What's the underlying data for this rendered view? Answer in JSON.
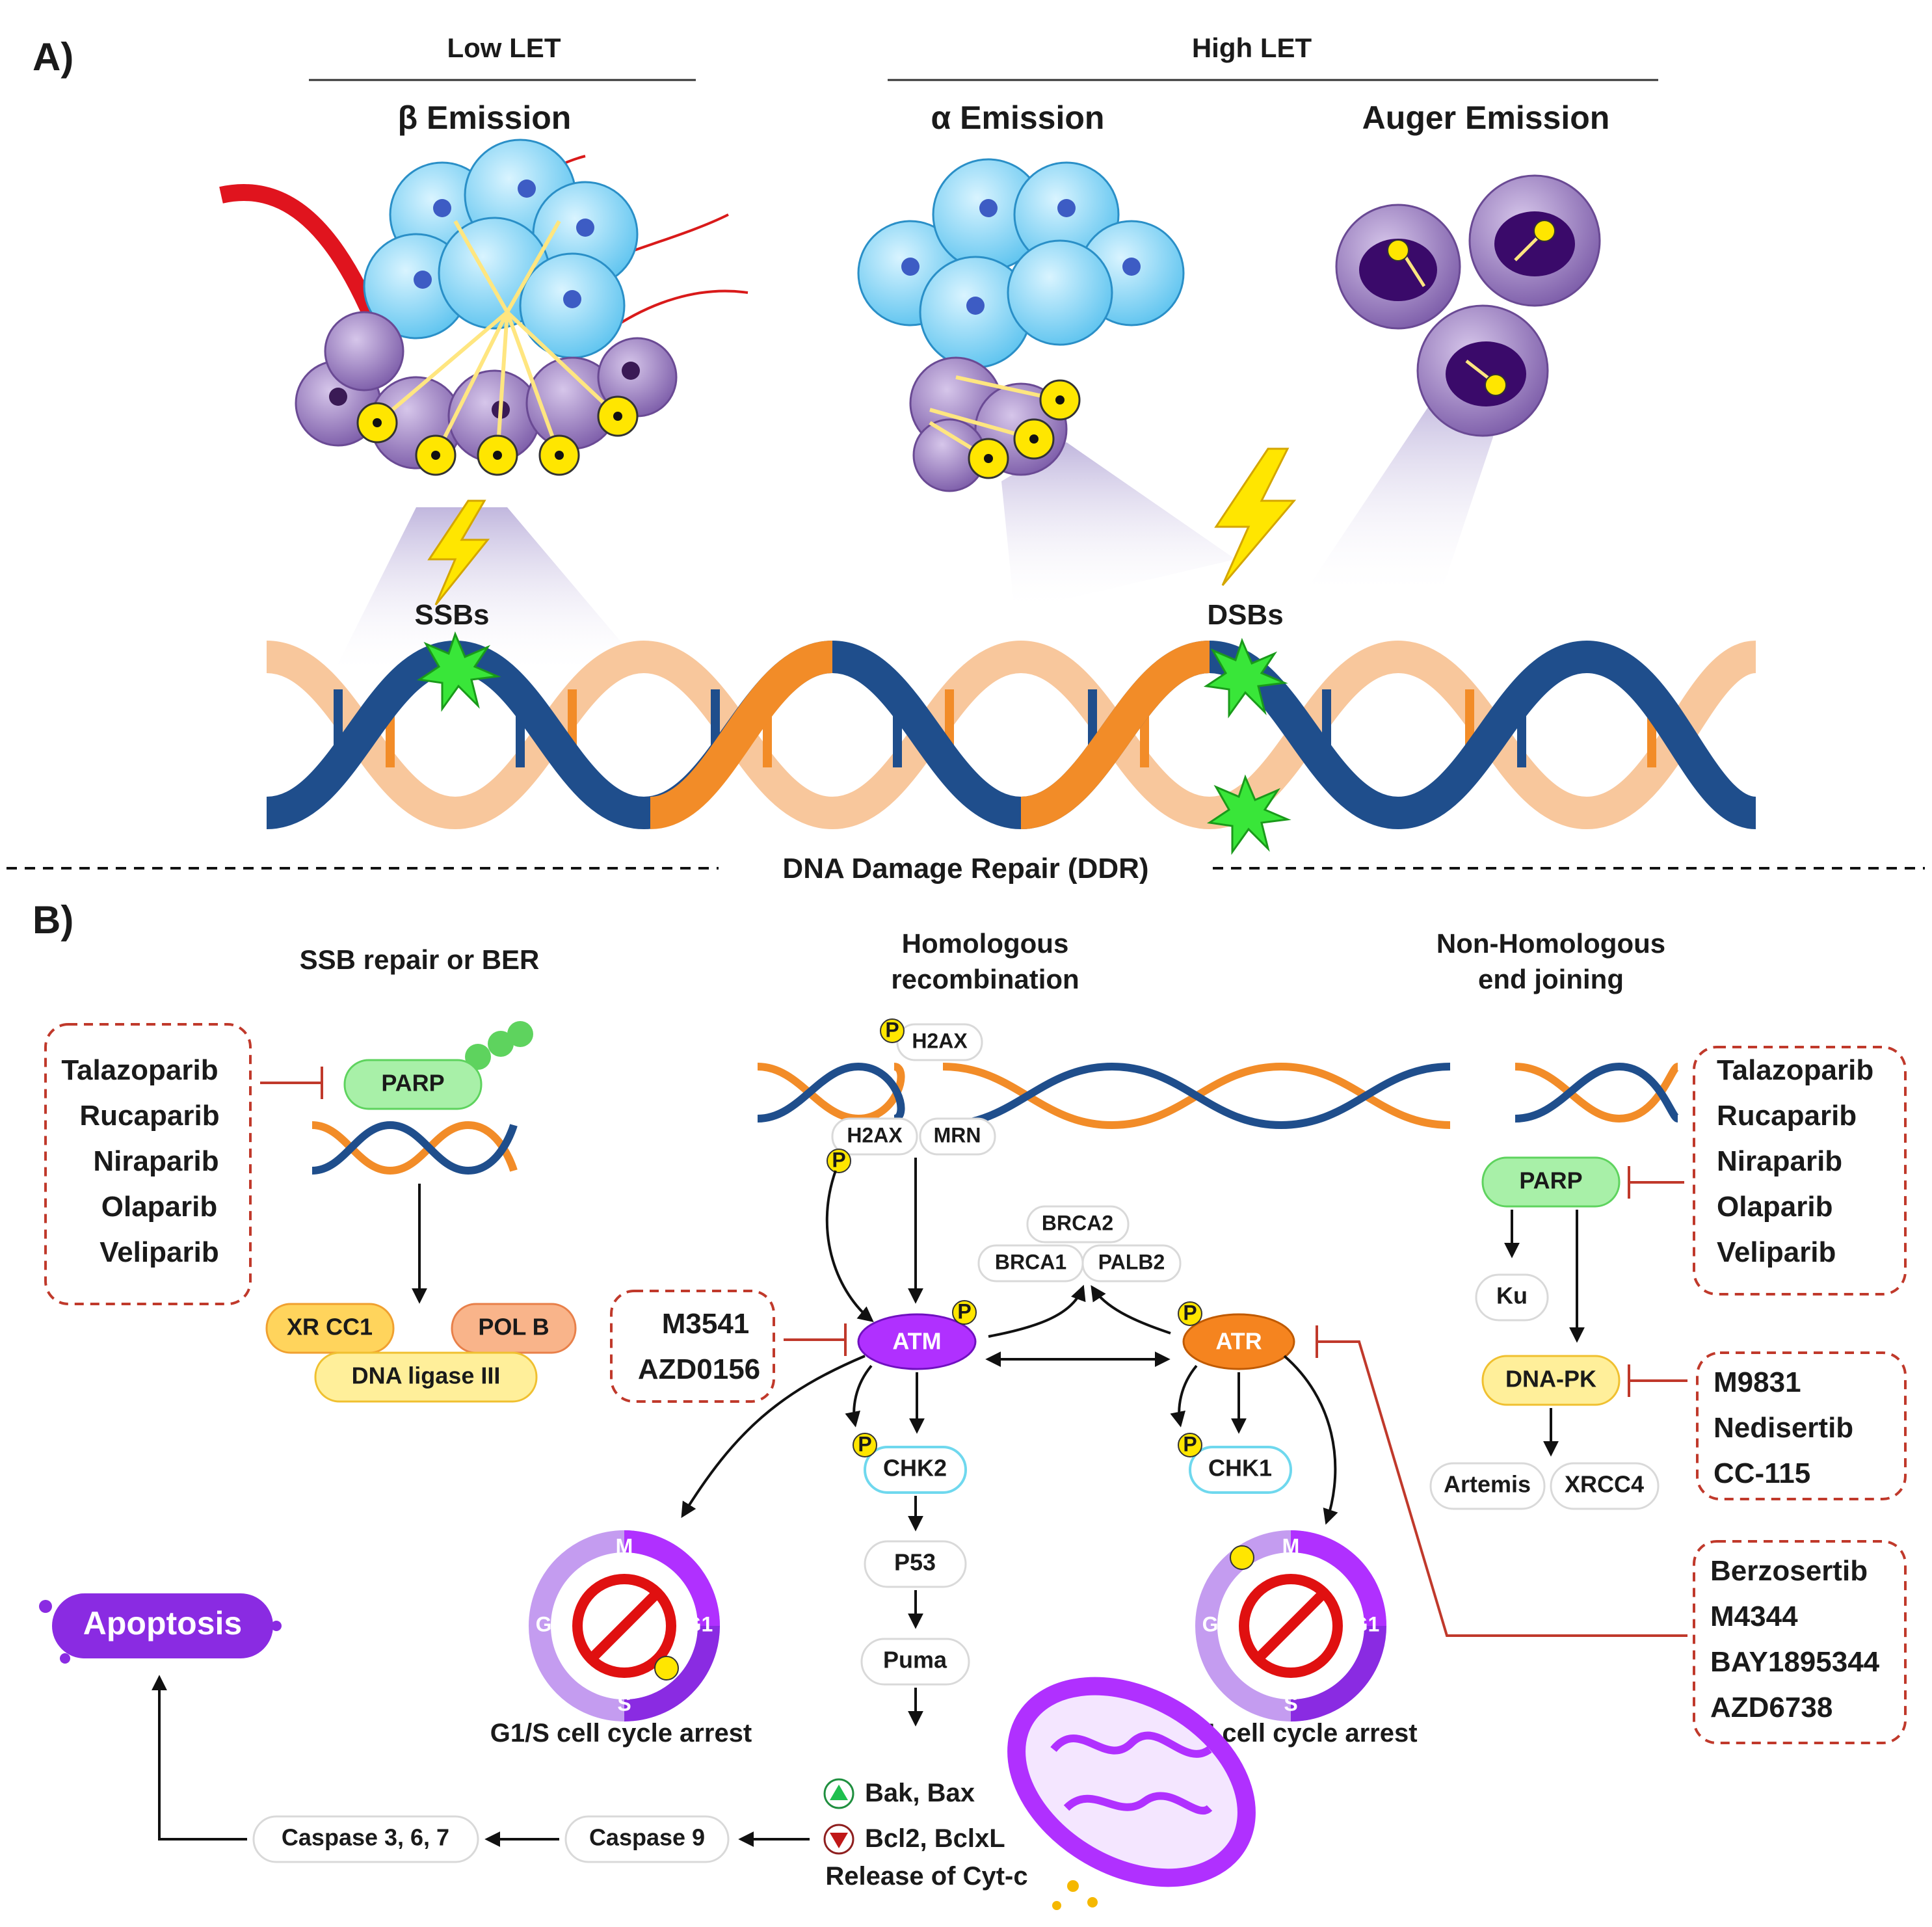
{
  "panel_a": {
    "label": "A)",
    "low_let": "Low LET",
    "high_let": "High LET",
    "beta": "β Emission",
    "alpha": "α Emission",
    "auger": "Auger Emission",
    "ssbs": "SSBs",
    "dsbs": "DSBs"
  },
  "divider": {
    "title": "DNA Damage Repair (DDR)"
  },
  "panel_b": {
    "label": "B)",
    "ssb": {
      "title": "SSB repair or BER",
      "drugs": [
        "Talazoparib",
        "Rucaparib",
        "Niraparib",
        "Olaparib",
        "Veliparib"
      ],
      "parp": "PARP",
      "xrcc1": "XR CC1",
      "polb": "POL B",
      "ligase": "DNA ligase III"
    },
    "hr": {
      "title_line1": "Homologous",
      "title_line2": "recombination",
      "h2ax_top": "H2AX",
      "h2ax_bottom": "H2AX",
      "mrn": "MRN",
      "phos": "P",
      "brca2": "BRCA2",
      "brca1": "BRCA1",
      "palb2": "PALB2",
      "atm": "ATM",
      "atr": "ATR",
      "chk2": "CHK2",
      "chk1": "CHK1",
      "p53": "P53",
      "puma": "Puma",
      "atm_drugs": [
        "M3541",
        "AZD0156"
      ],
      "atr_drugs": [
        "Berzosertib",
        "M4344",
        "BAY1895344",
        "AZD6738"
      ],
      "g1s": "G1/S cell cycle arrest",
      "g2m": "G2/M cell cycle arrest",
      "phase_m": "M",
      "phase_g1": "G1",
      "phase_s": "S",
      "phase_g2": "G2",
      "bak_bax": "Bak, Bax",
      "bcl2": "Bcl2, BclxL",
      "cytc": "Release of Cyt-c",
      "casp9": "Caspase 9",
      "casp367": "Caspase 3, 6, 7",
      "apoptosis": "Apoptosis"
    },
    "nhej": {
      "title_line1": "Non-Homologous",
      "title_line2": "end joining",
      "drugs": [
        "Talazoparib",
        "Rucaparib",
        "Niraparib",
        "Olaparib",
        "Veliparib"
      ],
      "parp": "PARP",
      "ku": "Ku",
      "dnapk": "DNA-PK",
      "dnapk_drugs": [
        "M9831",
        "Nedisertib",
        "CC-115"
      ],
      "artemis": "Artemis",
      "xrcc4": "XRCC4"
    }
  },
  "icons": [
    "radiation-icon",
    "lightning-icon",
    "break-burst-icon",
    "blood-vessel-icon",
    "tumor-cell-icon",
    "mitochondria-icon",
    "cell-cycle-stop-icon",
    "dna-helix-icon"
  ],
  "colors": {
    "dna_orange": "#f28c28",
    "dna_blue": "#1f4e8c",
    "inhibitor_red": "#c0392b",
    "parp_green": "#a8f0a8",
    "atm_purple": "#a020f0",
    "atr_orange": "#f5841f",
    "apoptosis_purple": "#8a2be2",
    "tumor_cell_blue": "#7fd3f5",
    "tumor_cell_purple": "#9b7bc0"
  }
}
